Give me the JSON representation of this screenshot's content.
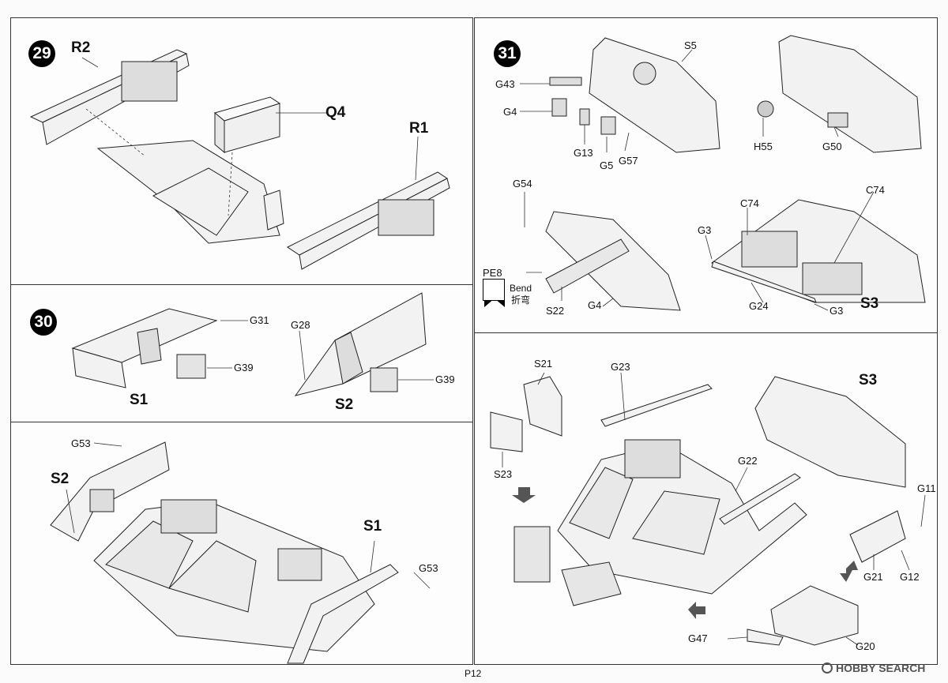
{
  "page": {
    "number": "P12"
  },
  "watermark": {
    "text": "HOBBY SEARCH"
  },
  "steps": {
    "s29": {
      "number": "29",
      "labels": {
        "r2": "R2",
        "q4": "Q4",
        "r1": "R1"
      }
    },
    "s30": {
      "number": "30",
      "labels": {
        "g31": "G31",
        "g39a": "G39",
        "s1": "S1",
        "g28": "G28",
        "g39b": "G39",
        "s2": "S2"
      }
    },
    "s_bottom_left": {
      "labels": {
        "g53a": "G53",
        "s2": "S2",
        "s1": "S1",
        "g53b": "G53"
      }
    },
    "s31": {
      "number": "31",
      "labels": {
        "s5": "S5",
        "g43": "G43",
        "g4a": "G4",
        "g13": "G13",
        "g5": "G5",
        "g57": "G57",
        "h55": "H55",
        "g50": "G50",
        "g54": "G54",
        "pe8": "PE8",
        "bend": "Bend",
        "bend_cn": "折弯",
        "s22": "S22",
        "g4b": "G4",
        "c74a": "C74",
        "c74b": "C74",
        "g3a": "G3",
        "g24": "G24",
        "g3b": "G3",
        "s3": "S3"
      }
    },
    "s_bottom_right": {
      "labels": {
        "s21": "S21",
        "g23": "G23",
        "s3": "S3",
        "s23": "S23",
        "g22": "G22",
        "g11": "G11",
        "g21": "G21",
        "g12": "G12",
        "g47": "G47",
        "g20": "G20"
      }
    }
  }
}
